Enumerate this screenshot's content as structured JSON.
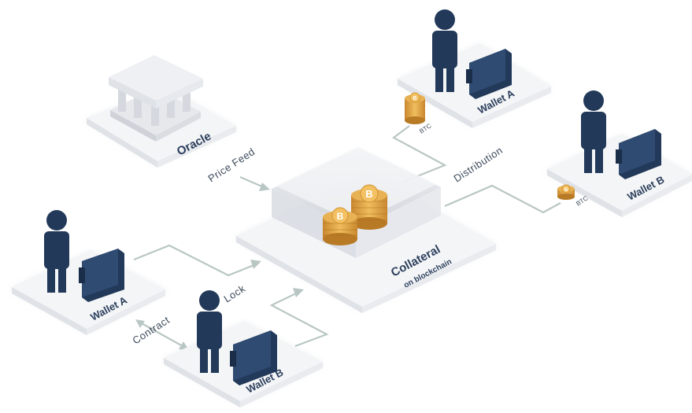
{
  "labels": {
    "oracle": "Oracle",
    "price_feed": "Price Feed",
    "lock": "Lock",
    "contract": "Contract",
    "distribution": "Distribution",
    "collateral": "Collateral",
    "on_blockchain": "on blockchain",
    "wallet_a": "Wallet A",
    "wallet_b": "Wallet B",
    "btc": "BTC",
    "coin_symbol": "B"
  },
  "colors": {
    "person": "#22395a",
    "wallet": "#22395a",
    "coin": "#e0a544",
    "coin_dark": "#b87a25",
    "connector": "#b9c7c4",
    "tile": "#f4f5f7"
  },
  "icons": [
    "bank-building-icon",
    "person-icon",
    "wallet-icon",
    "bitcoin-coin-icon",
    "collateral-box-icon"
  ]
}
